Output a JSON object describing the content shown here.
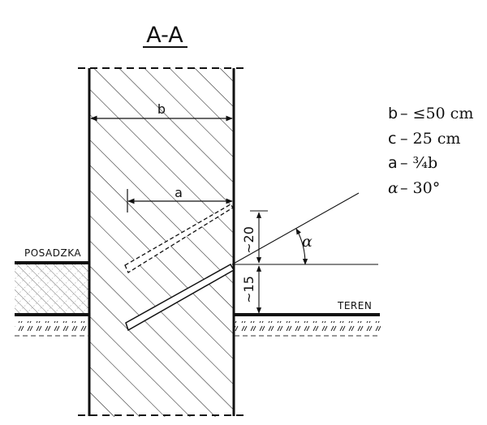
{
  "section_title": "A-A",
  "labels": {
    "floor": "POSADZKA",
    "ground": "TEREN",
    "wall_width": "b",
    "rod_length": "a",
    "dim_upper": "~20",
    "dim_lower": "~15",
    "angle": "α"
  },
  "legend": [
    {
      "symbol": "b",
      "value": "– ≤50 cm"
    },
    {
      "symbol": "c",
      "value": "– 25 cm"
    },
    {
      "symbol": "a",
      "value": "– ¾b"
    },
    {
      "symbol": "α",
      "value": "– 30°"
    }
  ]
}
